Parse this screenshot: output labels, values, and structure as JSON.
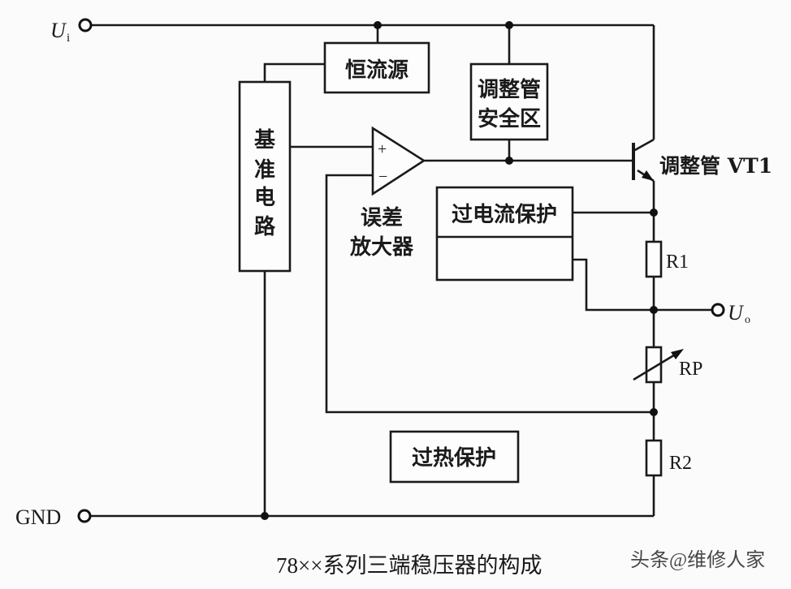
{
  "terminals": {
    "input": {
      "label": "U",
      "sub": "i"
    },
    "output": {
      "label": "U",
      "sub": "o"
    },
    "ground": {
      "label": "GND"
    }
  },
  "blocks": {
    "constant_current": "恒流源",
    "reference": [
      "基",
      "准",
      "电",
      "路"
    ],
    "safe_area": [
      "调整管",
      "安全区"
    ],
    "error_amp": [
      "误差",
      "放大器"
    ],
    "over_current": "过电流保护",
    "over_temp": "过热保护"
  },
  "opamp": {
    "plus": "+",
    "minus": "−"
  },
  "transistor": {
    "label": "调整管 VT1"
  },
  "resistors": {
    "r1": "R1",
    "rp": "RP",
    "r2": "R2"
  },
  "caption": "78××系列三端稳压器的构成",
  "watermark": "头条@维修人家"
}
